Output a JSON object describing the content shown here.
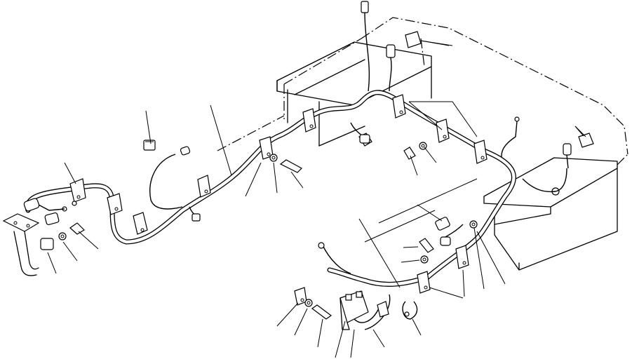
{
  "diagram": {
    "type": "parts-exploded-view",
    "colors": {
      "line": "#000000",
      "background": "#ffffff"
    },
    "components": [
      "battery-box-outline",
      "left-battery",
      "right-battery",
      "main-wiring-harness",
      "branch-harness",
      "harness-clamps",
      "bolts",
      "washers",
      "battery-terminal-caps",
      "mounting-bracket",
      "relay-block",
      "connectors"
    ],
    "callout_labels": []
  }
}
